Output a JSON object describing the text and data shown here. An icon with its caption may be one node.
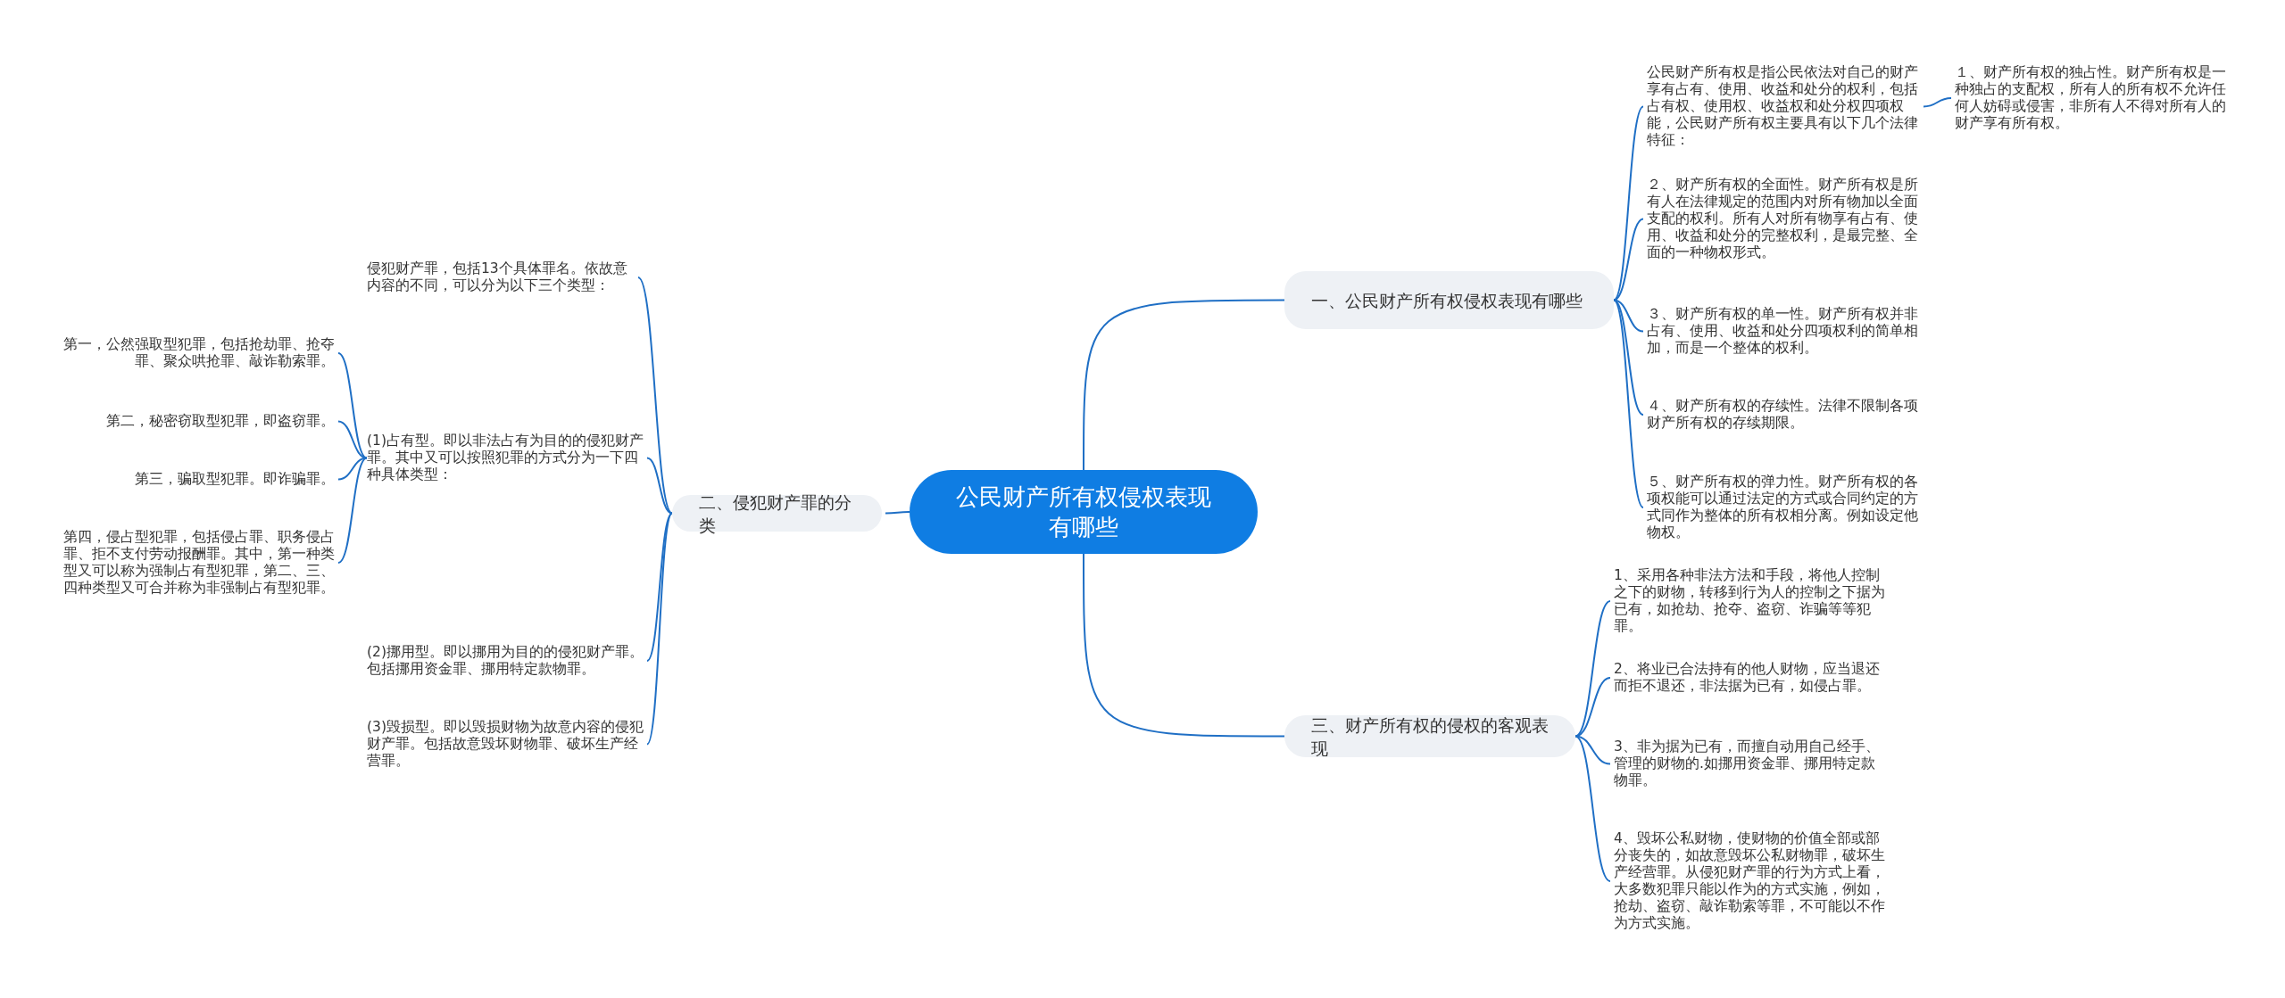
{
  "diagram": {
    "nodes": [
      {
        "text": [
          "公民财产所有权侵权表现有哪些"
        ]
      },
      {
        "text": [
          "一、公民财产所有权侵权表现有哪些"
        ]
      },
      {
        "text": [
          "公民财产所有权是指公民依法对自己的财产享有占有、使用、收益和处分的权利，包括占有权、使用权、收益权和处分权四项权能，公民财产所有权主要具有以下几个法律特征："
        ]
      },
      {
        "text": [
          "１、财产所有权的独占性。财产所有权是一种独占的支配权，所有人的所有权不允许任何人妨碍或侵害，非所有人不得对所有人的财产享有所有权。"
        ]
      },
      {
        "text": [
          "２、财产所有权的全面性。财产所有权是所有人在法律规定的范围内对所有物加以全面支配的权利。所有人对所有物享有占有、使用、收益和处分的完整权利，是最完整、全面的一种物权形式。"
        ]
      },
      {
        "text": [
          "３、财产所有权的单一性。财产所有权并非占有、使用、收益和处分四项权利的简单相加，而是一个整体的权利。"
        ]
      },
      {
        "text": [
          "４、财产所有权的存续性。法律不限制各项财产所有权的存续期限。"
        ]
      },
      {
        "text": [
          "５、财产所有权的弹力性。财产所有权的各项权能可以通过法定的方式或合同约定的方式同作为整体的所有权相分离。例如设定他物权。"
        ]
      },
      {
        "text": [
          "二、侵犯财产罪的分类"
        ]
      },
      {
        "text": [
          "侵犯财产罪，包括13个具体罪名。依故意内容的不同，可以分为以下三个类型："
        ]
      },
      {
        "text": [
          "(1)占有型。即以非法占有为目的的侵犯财产罪。其中又可以按照犯罪的方式分为一下四种具体类型："
        ]
      },
      {
        "text": [
          "第一，公然强取型犯罪，包括抢劫罪、抢夺罪、聚众哄抢罪、敲诈勒索罪。"
        ]
      },
      {
        "text": [
          "第二，秘密窃取型犯罪，即盗窃罪。"
        ]
      },
      {
        "text": [
          "第三，骗取型犯罪。即诈骗罪。"
        ]
      },
      {
        "text": [
          "第四，侵占型犯罪，包括侵占罪、职务侵占罪、拒不支付劳动报酬罪。其中，第一种类型又可以称为强制占有型犯罪，第二、三、四种类型又可合并称为非强制占有型犯罪。"
        ]
      },
      {
        "text": [
          "(2)挪用型。即以挪用为目的的侵犯财产罪。包括挪用资金罪、挪用特定款物罪。"
        ]
      },
      {
        "text": [
          "(3)毁损型。即以毁损财物为故意内容的侵犯财产罪。包括故意毁坏财物罪、破坏生产经营罪。"
        ]
      },
      {
        "text": [
          "三、财产所有权的侵权的客观表现"
        ]
      },
      {
        "text": [
          "1、采用各种非法方法和手段，将他人控制之下的财物，转移到行为人的控制之下据为已有，如抢劫、抢夺、盗窃、诈骗等等犯罪。"
        ]
      },
      {
        "text": [
          "2、将业已合法持有的他人财物，应当退还而拒不退还，非法据为已有，如侵占罪。"
        ]
      },
      {
        "text": [
          "3、非为据为已有，而擅自动用自己经手、管理的财物的.如挪用资金罪、挪用特定款物罪。"
        ]
      },
      {
        "text": [
          "4、毁坏公私财物，使财物的价值全部或部分丧失的，如故意毁坏公私财物罪，破坏生产经营罪。从侵犯财产罪的行为方式上看，大多数犯罪只能以作为的方式实施，例如，抢劫、盗窃、敲诈勒索等罪，不可能以不作为方式实施。"
        ]
      }
    ],
    "edges": [
      {
        "from": 0,
        "to": 1,
        "arrow": "none"
      },
      {
        "from": 1,
        "to": 2,
        "arrow": "none"
      },
      {
        "from": 2,
        "to": 3,
        "arrow": "none"
      },
      {
        "from": 1,
        "to": 4,
        "arrow": "none"
      },
      {
        "from": 1,
        "to": 5,
        "arrow": "none"
      },
      {
        "from": 1,
        "to": 6,
        "arrow": "none"
      },
      {
        "from": 1,
        "to": 7,
        "arrow": "none"
      },
      {
        "from": 0,
        "to": 8,
        "arrow": "none"
      },
      {
        "from": 8,
        "to": 9,
        "arrow": "none"
      },
      {
        "from": 8,
        "to": 10,
        "arrow": "none"
      },
      {
        "from": 10,
        "to": 11,
        "arrow": "none"
      },
      {
        "from": 10,
        "to": 12,
        "arrow": "none"
      },
      {
        "from": 10,
        "to": 13,
        "arrow": "none"
      },
      {
        "from": 10,
        "to": 14,
        "arrow": "none"
      },
      {
        "from": 8,
        "to": 15,
        "arrow": "none"
      },
      {
        "from": 8,
        "to": 16,
        "arrow": "none"
      },
      {
        "from": 0,
        "to": 17,
        "arrow": "none"
      },
      {
        "from": 17,
        "to": 18,
        "arrow": "none"
      },
      {
        "from": 17,
        "to": 19,
        "arrow": "none"
      },
      {
        "from": 17,
        "to": 20,
        "arrow": "none"
      },
      {
        "from": 17,
        "to": 21,
        "arrow": "none"
      }
    ]
  }
}
